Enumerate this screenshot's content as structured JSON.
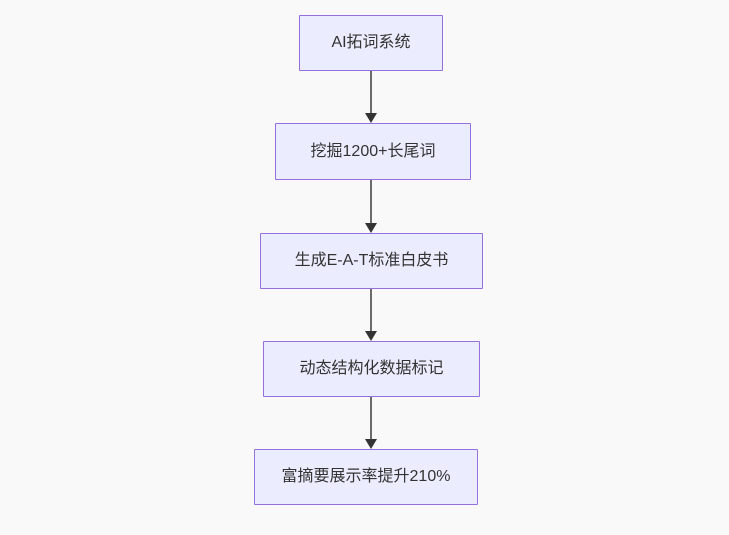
{
  "diagram": {
    "type": "flowchart",
    "direction": "top-down",
    "nodes": [
      {
        "id": "A",
        "label": "AI拓词系统"
      },
      {
        "id": "B",
        "label": "挖掘1200+长尾词"
      },
      {
        "id": "C",
        "label": "生成E-A-T标准白皮书"
      },
      {
        "id": "D",
        "label": "动态结构化数据标记"
      },
      {
        "id": "E",
        "label": "富摘要展示率提升210%"
      }
    ],
    "edges": [
      {
        "from": "A",
        "to": "B"
      },
      {
        "from": "B",
        "to": "C"
      },
      {
        "from": "C",
        "to": "D"
      },
      {
        "from": "D",
        "to": "E"
      }
    ],
    "colors": {
      "background": "#f9f9f9",
      "node_fill": "#ececff",
      "node_border": "#9370db",
      "edge_line": "#6b6b6b",
      "arrow_head": "#333333",
      "text": "#333333"
    }
  }
}
